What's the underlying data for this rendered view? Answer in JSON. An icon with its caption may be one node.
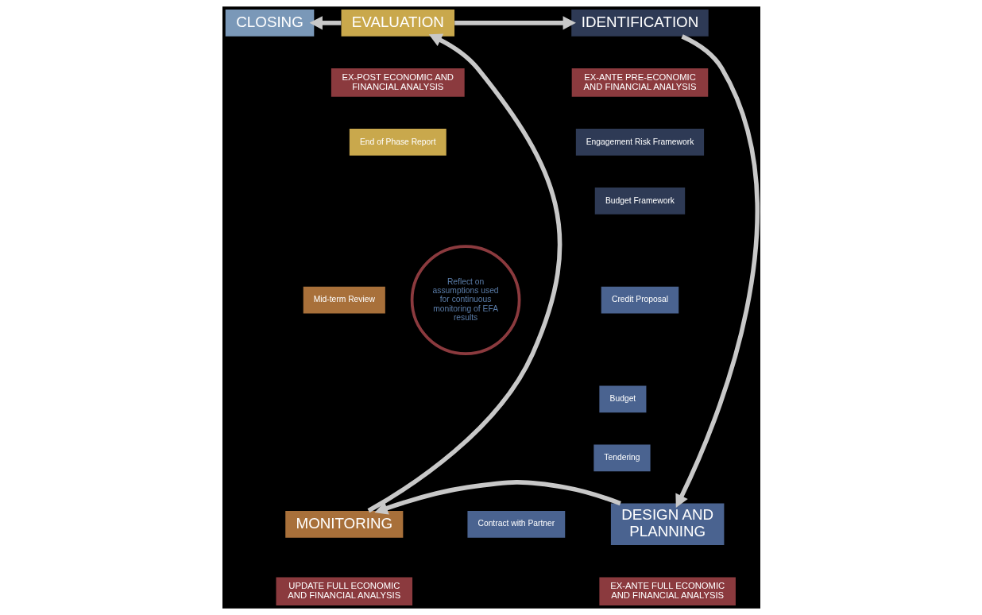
{
  "diagram": {
    "nodes": [
      {
        "text": [
          "CLOSING"
        ]
      },
      {
        "text": [
          "EVALUATION"
        ]
      },
      {
        "text": [
          "EX-POST ECONOMIC AND FINANCIAL ANALYSIS"
        ]
      },
      {
        "text": [
          "IDENTIFICATION"
        ]
      },
      {
        "text": [
          "EX-ANTE PRE-ECONOMIC AND FINANCIAL ANALYSIS"
        ]
      },
      {
        "text": [
          "End of Phase Report"
        ]
      },
      {
        "text": [
          "Engagement Risk Framework"
        ]
      },
      {
        "text": [
          "Budget Framework"
        ]
      },
      {
        "text": [
          "Reflect on assumptions used for continuous monitoring of EFA results"
        ]
      },
      {
        "text": [
          "Credit Proposal"
        ]
      },
      {
        "text": [
          "Budget"
        ]
      },
      {
        "text": [
          "Tendering"
        ]
      },
      {
        "text": [
          "Mid-term Review"
        ]
      },
      {
        "text": [
          "DESIGN AND PLANNING"
        ]
      },
      {
        "text": [
          "Contract with Partner"
        ]
      },
      {
        "text": [
          "EX-ANTE FULL ECONOMIC AND FINANCIAL ANALYSIS"
        ]
      },
      {
        "text": [
          "MONITORING"
        ]
      },
      {
        "text": [
          "UPDATE FULL ECONOMIC AND FINANCIAL ANALYSIS"
        ]
      }
    ],
    "edges": [
      {
        "from": 1,
        "to": 3,
        "arrow": "to"
      },
      {
        "from": 3,
        "to": 13,
        "arrow": "to"
      },
      {
        "from": 13,
        "to": 16,
        "arrow": "to"
      },
      {
        "from": 16,
        "to": 1,
        "arrow": "to"
      },
      {
        "from": 1,
        "to": 0,
        "arrow": "to"
      }
    ]
  }
}
